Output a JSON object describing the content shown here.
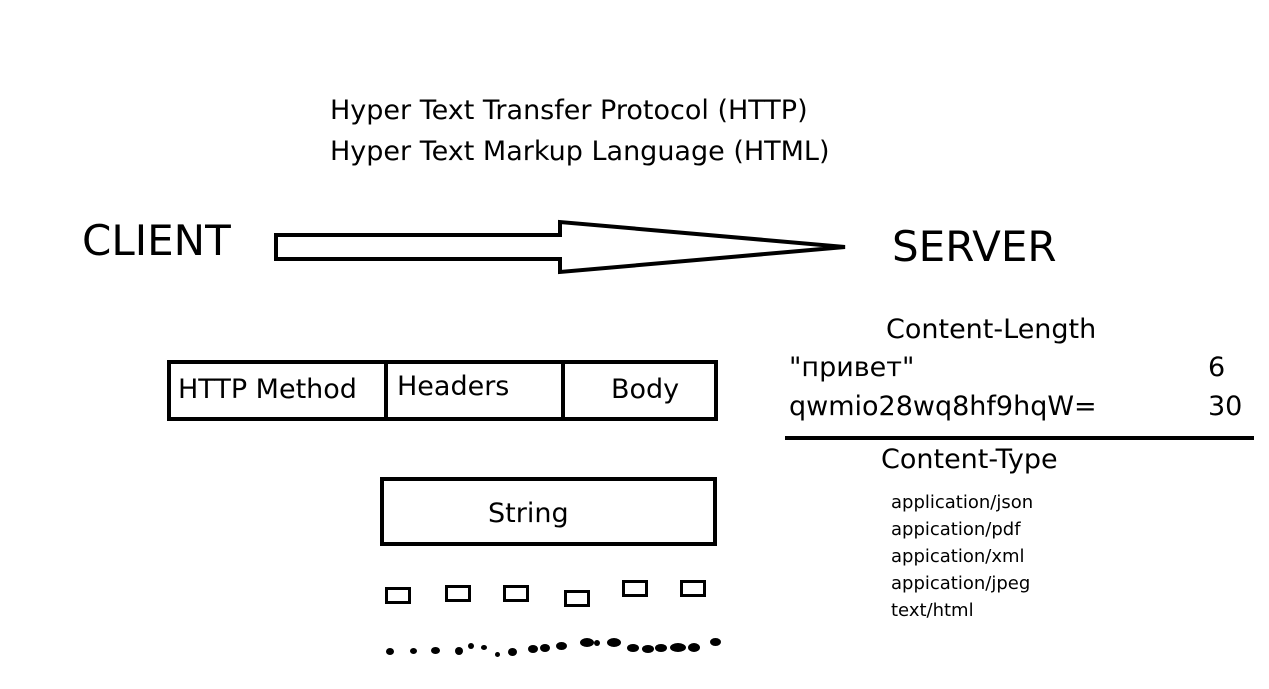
{
  "title_lines": [
    "Hyper Text Transfer Protocol (HTTP)",
    "Hyper Text Markup Language (HTML)"
  ],
  "client_label": "CLIENT",
  "server_label": "SERVER",
  "request_parts": {
    "method": "HTTP Method",
    "headers": "Headers",
    "body": "Body"
  },
  "string_label": "String",
  "content_length": {
    "heading": "Content-Length",
    "rows": [
      {
        "text": "\"привет\"",
        "value": "6"
      },
      {
        "text": "qwmio28wq8hf9hqW=",
        "value": "30"
      }
    ]
  },
  "content_type": {
    "heading": "Content-Type",
    "items": [
      "application/json",
      "appication/pdf",
      "appication/xml",
      "appication/jpeg",
      "text/html"
    ]
  }
}
